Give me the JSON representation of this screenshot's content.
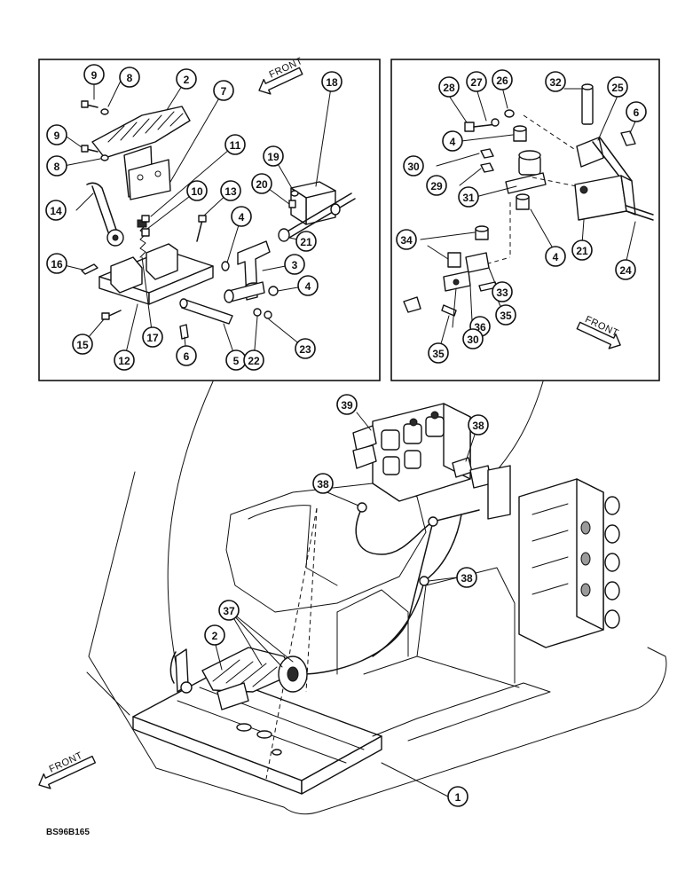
{
  "figure_code": "BS96B165",
  "front_label": "FRONT",
  "left_panel_callouts": [
    "9",
    "8",
    "2",
    "7",
    "9",
    "8",
    "11",
    "18",
    "19",
    "20",
    "10",
    "13",
    "14",
    "4",
    "21",
    "16",
    "3",
    "4",
    "15",
    "12",
    "17",
    "6",
    "5",
    "22",
    "23"
  ],
  "right_panel_callouts": [
    "28",
    "27",
    "26",
    "32",
    "25",
    "6",
    "4",
    "30",
    "29",
    "31",
    "4",
    "21",
    "24",
    "34",
    "33",
    "35",
    "36",
    "30",
    "35"
  ],
  "main_view_callouts": [
    "39",
    "38",
    "38",
    "38",
    "37",
    "2",
    "1"
  ]
}
